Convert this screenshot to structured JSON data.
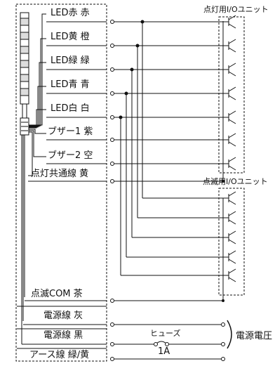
{
  "units": {
    "lighting": "点灯用I/Oユニット",
    "flashing": "点滅用I/Oユニット"
  },
  "wires": [
    {
      "key": "led-red",
      "label": "LED赤 赤"
    },
    {
      "key": "led-yellow",
      "label": "LED黄 橙"
    },
    {
      "key": "led-green",
      "label": "LED緑 緑"
    },
    {
      "key": "led-blue",
      "label": "LED青 青"
    },
    {
      "key": "led-white",
      "label": "LED白 白"
    },
    {
      "key": "buzzer-1",
      "label": "ブザー1 紫"
    },
    {
      "key": "buzzer-2",
      "label": "ブザー2 空"
    },
    {
      "key": "lighting-common",
      "label": "点灯共通線 黄"
    },
    {
      "key": "flash-com",
      "label": "点滅COM 茶"
    },
    {
      "key": "power-gray",
      "label": "電源線 灰"
    },
    {
      "key": "power-black",
      "label": "電源線 黒"
    },
    {
      "key": "earth",
      "label": "アース線 緑/黄"
    }
  ],
  "fuse": {
    "label": "ヒューズ",
    "rating": "1A"
  },
  "power_voltage": "電源電圧"
}
